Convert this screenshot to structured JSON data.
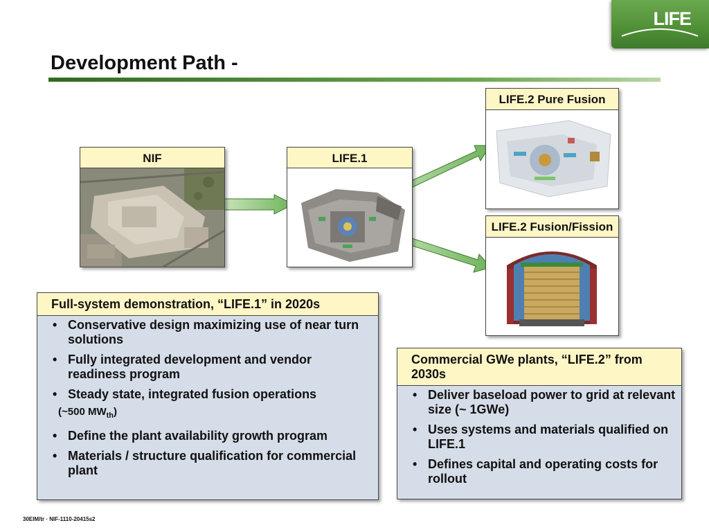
{
  "logo": {
    "text": "LIFE"
  },
  "title": "Development Path -",
  "boxes": {
    "nif": {
      "label": "NIF"
    },
    "life1": {
      "label": "LIFE.1"
    },
    "pure": {
      "label": "LIFE.2 Pure Fusion"
    },
    "fission": {
      "label": "LIFE.2 Fusion/Fission"
    }
  },
  "left_panel": {
    "heading": "Full-system demonstration, “LIFE.1” in 2020s",
    "bullet_char": "•",
    "items": [
      "Conservative design maximizing use of near turn solutions",
      "Fully integrated development and vendor readiness program",
      "Steady state, integrated fusion operations",
      "Define the plant availability growth program",
      "Materials / structure qualification for commercial plant"
    ],
    "sub_note": {
      "prefix": "(~500 MW",
      "subscript": "th",
      "suffix": ")"
    }
  },
  "right_panel": {
    "heading": "Commercial GWe plants, “LIFE.2” from 2030s",
    "bullet_char": "•",
    "items": [
      "Deliver baseload power to grid at relevant size (~ 1GWe)",
      "Uses systems and materials qualified on LIFE.1",
      "Defines capital and operating costs for rollout"
    ]
  },
  "footer": "30EIM/tr · NIF-1110-20415s2",
  "colors": {
    "label_bg": "#fff6c6",
    "panel_bg": "#d5dde8",
    "logo_green": "#5a9a3f",
    "arrow_green": "#8cc47a"
  }
}
